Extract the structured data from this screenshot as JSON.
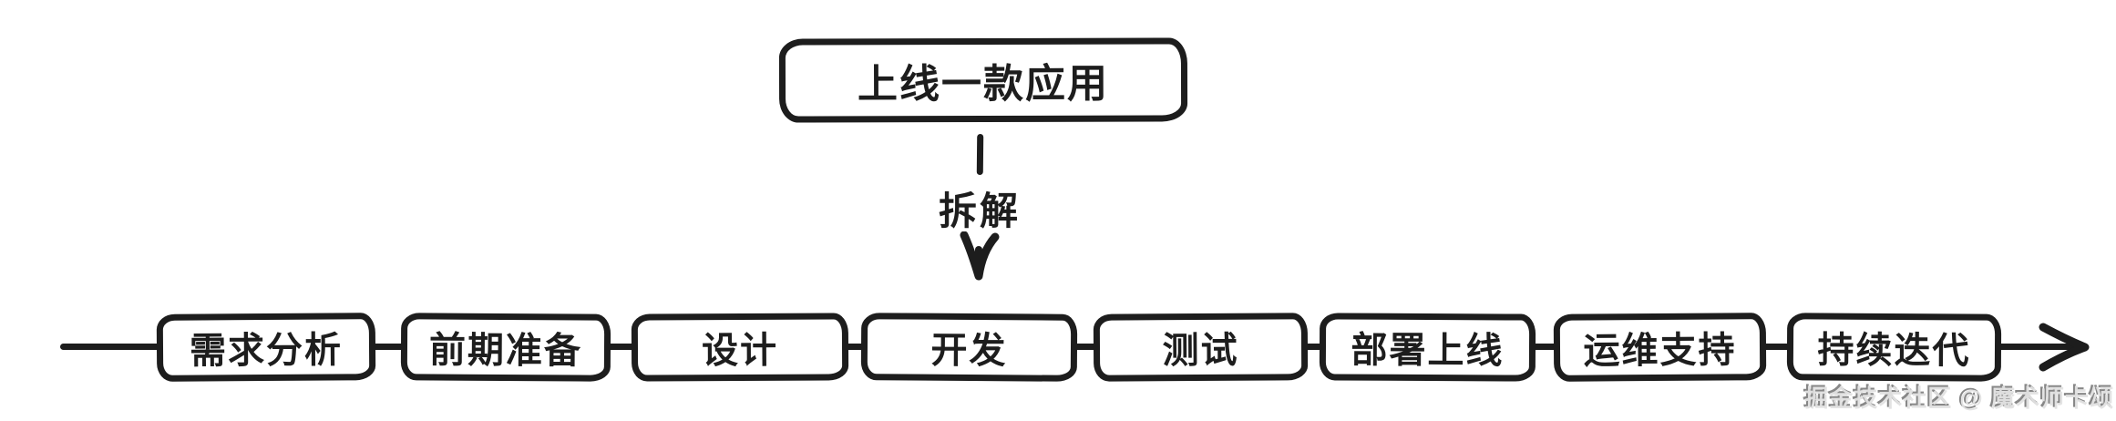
{
  "page": {
    "background_color": "#ffffff",
    "ink_color": "#1d1d1d",
    "style": "hand-drawn flowchart"
  },
  "diagram": {
    "root": {
      "label": "上线一款应用"
    },
    "breakdown_edge": {
      "label": "拆解"
    },
    "steps": [
      {
        "label": "需求分析"
      },
      {
        "label": "前期准备"
      },
      {
        "label": "设计"
      },
      {
        "label": "开发"
      },
      {
        "label": "测试"
      },
      {
        "label": "部署上线"
      },
      {
        "label": "运维支持"
      },
      {
        "label": "持续迭代"
      }
    ],
    "icons": {
      "breakdown_arrow": "down-arrowhead",
      "pipeline_arrow": "right-arrowhead"
    }
  },
  "watermark": {
    "text": "掘金技术社区 @ 魔术师卡颂"
  }
}
